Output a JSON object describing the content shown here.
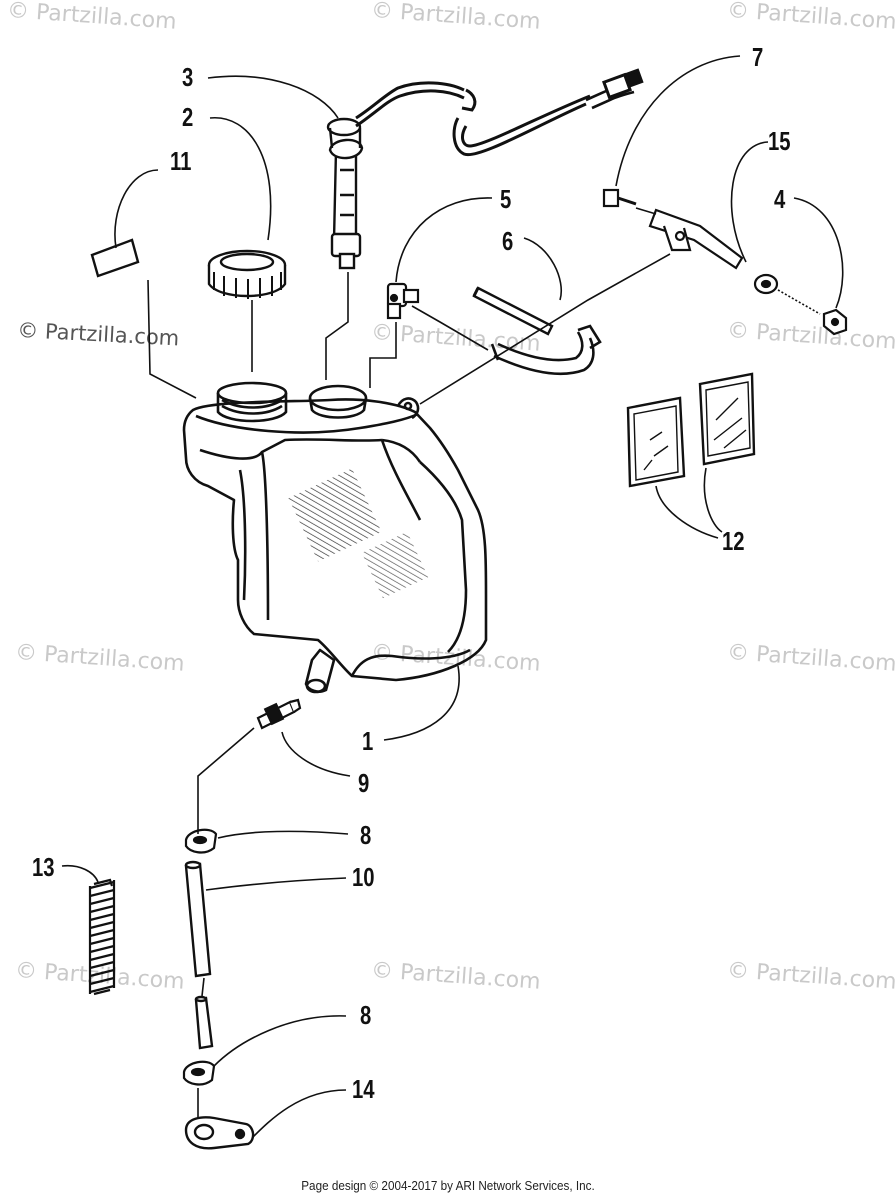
{
  "watermark": {
    "text": "© Partzilla.com",
    "strong_text": "© Partzilla.com"
  },
  "callouts": {
    "c1": "1",
    "c2": "2",
    "c3": "3",
    "c4": "4",
    "c5": "5",
    "c6": "6",
    "c7": "7",
    "c8a": "8",
    "c8b": "8",
    "c9": "9",
    "c10": "10",
    "c11": "11",
    "c12": "12",
    "c13": "13",
    "c14": "14",
    "c15": "15"
  },
  "footer": "Page design © 2004-2017 by ARI Network Services, Inc."
}
